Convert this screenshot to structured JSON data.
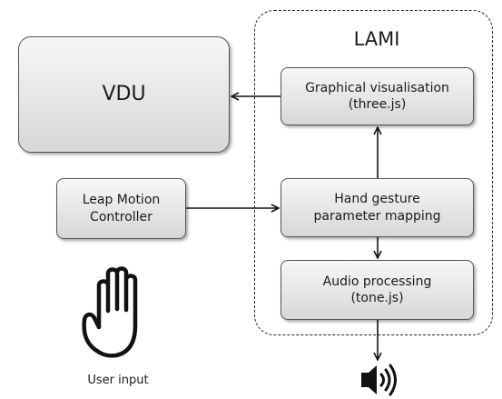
{
  "lami": {
    "title": "LAMI"
  },
  "blocks": {
    "vdu": {
      "label": "VDU"
    },
    "graphical_visualisation": {
      "line1": "Graphical visualisation",
      "line2": "(three.js)"
    },
    "leap_motion_controller": {
      "line1": "Leap Motion",
      "line2": "Controller"
    },
    "hand_gesture_mapping": {
      "line1": "Hand gesture",
      "line2": "parameter mapping"
    },
    "audio_processing": {
      "line1": "Audio processing",
      "line2": "(tone.js)"
    }
  },
  "user_input": {
    "label": "User input",
    "icon": "hand-icon"
  },
  "output": {
    "icon": "speaker-icon"
  },
  "colors": {
    "box_fill_top": "#f7f7f7",
    "box_fill_bottom": "#d7d7d7",
    "box_border": "#555555",
    "arrow": "#111111"
  }
}
